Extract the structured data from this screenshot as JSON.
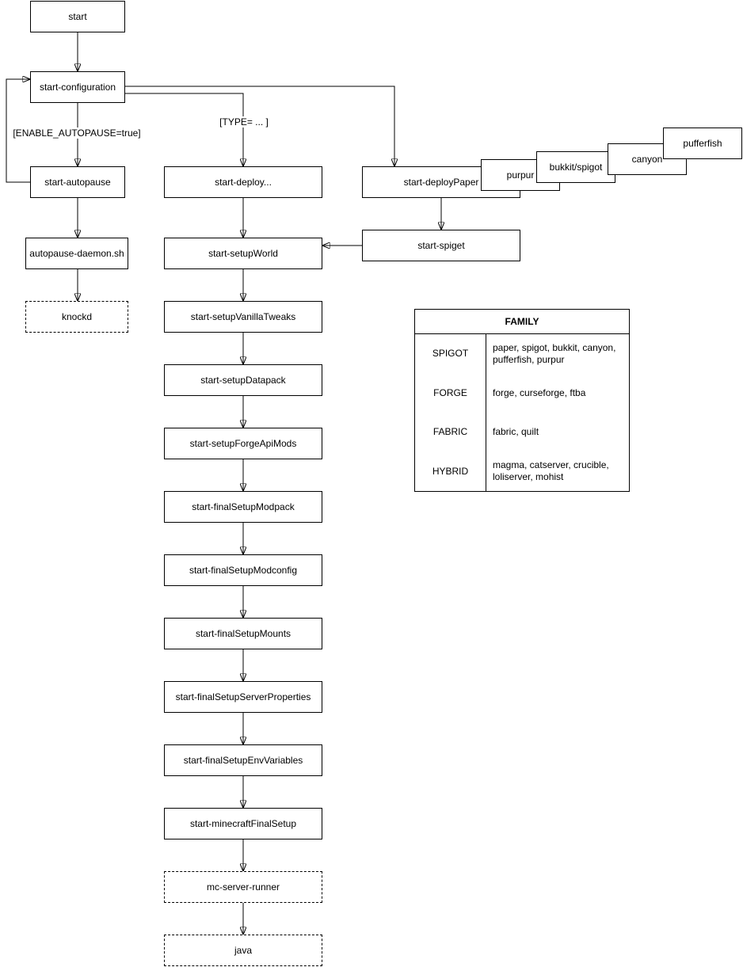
{
  "diagram": {
    "nodes": [
      {
        "label": "start"
      },
      {
        "label": "start-configuration"
      },
      {
        "label": "start-autopause"
      },
      {
        "label": "autopause-daemon.sh"
      },
      {
        "label": "knockd"
      },
      {
        "label": "start-deploy..."
      },
      {
        "label": "start-setupWorld"
      },
      {
        "label": "start-setupVanillaTweaks"
      },
      {
        "label": "start-setupDatapack"
      },
      {
        "label": "start-setupForgeApiMods"
      },
      {
        "label": "start-finalSetupModpack"
      },
      {
        "label": "start-finalSetupModconfig"
      },
      {
        "label": "start-finalSetupMounts"
      },
      {
        "label": "start-finalSetupServerProperties"
      },
      {
        "label": "start-finalSetupEnvVariables"
      },
      {
        "label": "start-minecraftFinalSetup"
      },
      {
        "label": "mc-server-runner"
      },
      {
        "label": "java"
      },
      {
        "label": "start-deployPaper"
      },
      {
        "label": "purpur"
      },
      {
        "label": "bukkit/spigot"
      },
      {
        "label": "canyon"
      },
      {
        "label": "pufferfish"
      },
      {
        "label": "start-spiget"
      }
    ],
    "edge_labels": [
      {
        "text": "[ENABLE_AUTOPAUSE=true]"
      },
      {
        "text": "[TYPE= ... ]"
      }
    ]
  },
  "table": {
    "title": "FAMILY",
    "rows": [
      {
        "family": "SPIGOT",
        "members": "paper, spigot, bukkit, canyon, pufferfish, purpur"
      },
      {
        "family": "FORGE",
        "members": "forge, curseforge, ftba"
      },
      {
        "family": "FABRIC",
        "members": "fabric, quilt"
      },
      {
        "family": "HYBRID",
        "members": "magma, catserver, crucible, loliserver, mohist"
      }
    ]
  },
  "colors": {
    "stroke": "#000000",
    "text": "#000000",
    "background": "#ffffff"
  }
}
